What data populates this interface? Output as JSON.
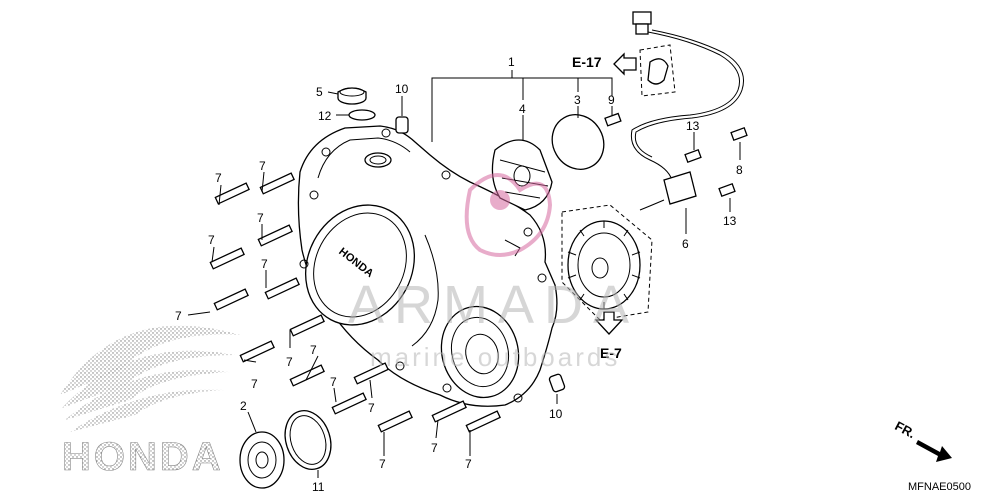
{
  "diagram": {
    "diagram_code": "MFNAE0500",
    "front_indicator": "FR.",
    "refs": {
      "top": "E-17",
      "bottom": "E-7"
    },
    "brand_mark_text": "HONDA",
    "cover_badge_text": "HONDA",
    "watermark": {
      "main": "ARMADA",
      "sub": "marine outboards"
    },
    "callouts": {
      "p1": "1",
      "p2": "2",
      "p3": "3",
      "p4": "4",
      "p5": "5",
      "p6": "6",
      "p8": "8",
      "p9": "9",
      "p10a": "10",
      "p10b": "10",
      "p11": "11",
      "p12": "12",
      "p13a": "13",
      "p13b": "13",
      "p7a": "7",
      "p7b": "7",
      "p7c": "7",
      "p7d": "7",
      "p7e": "7",
      "p7f": "7",
      "p7g": "7",
      "p7h": "7",
      "p7i": "7",
      "p7j": "7",
      "p7k": "7",
      "p7l": "7",
      "p7m": "7",
      "p7n": "7"
    }
  }
}
